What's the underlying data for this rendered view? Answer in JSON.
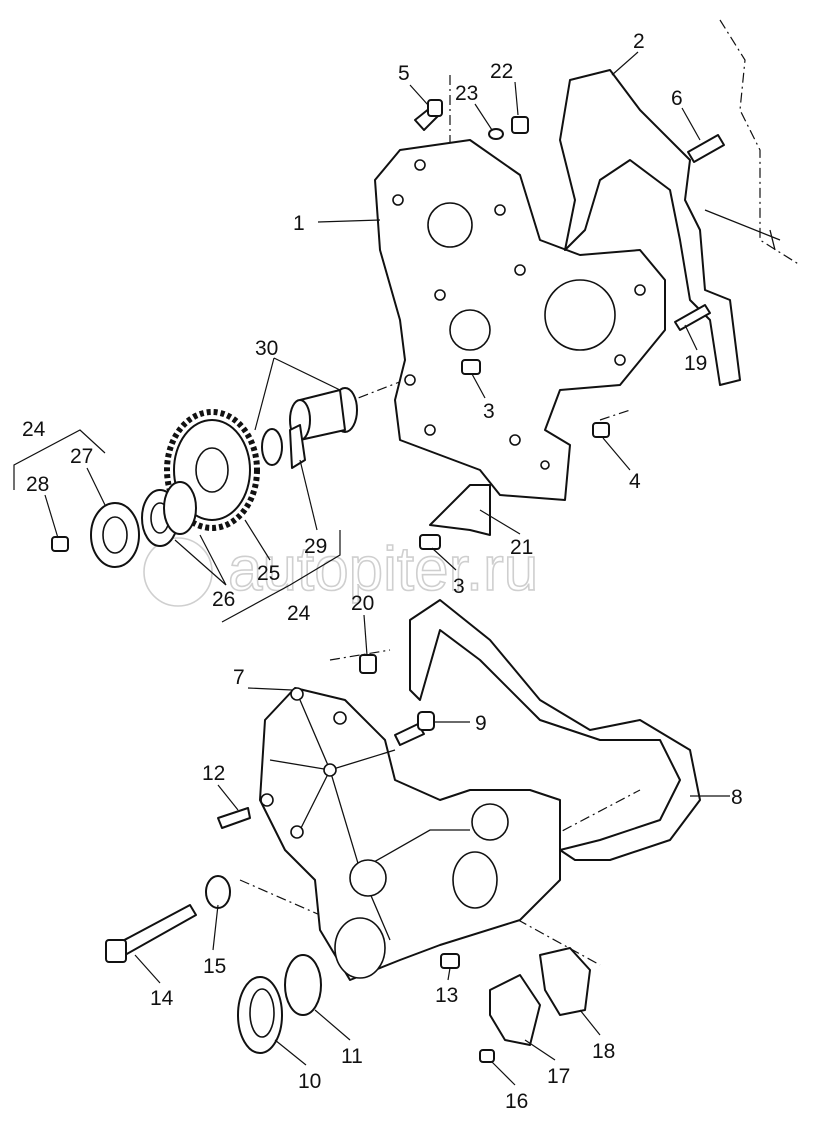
{
  "watermark": "autopiter.ru",
  "labels": {
    "l5": "5",
    "l23": "23",
    "l22": "22",
    "l2": "2",
    "l6": "6",
    "l1": "1",
    "l30": "30",
    "l19": "19",
    "l3a": "3",
    "l4": "4",
    "l24a": "24",
    "l27": "27",
    "l28": "28",
    "l29": "29",
    "l21": "21",
    "l3b": "3",
    "l25": "25",
    "l26": "26",
    "l24b": "24",
    "l20": "20",
    "l7": "7",
    "l9": "9",
    "l12": "12",
    "l8": "8",
    "l15": "15",
    "l14": "14",
    "l13": "13",
    "l18": "18",
    "l11": "11",
    "l17": "17",
    "l10": "10",
    "l16": "16"
  }
}
